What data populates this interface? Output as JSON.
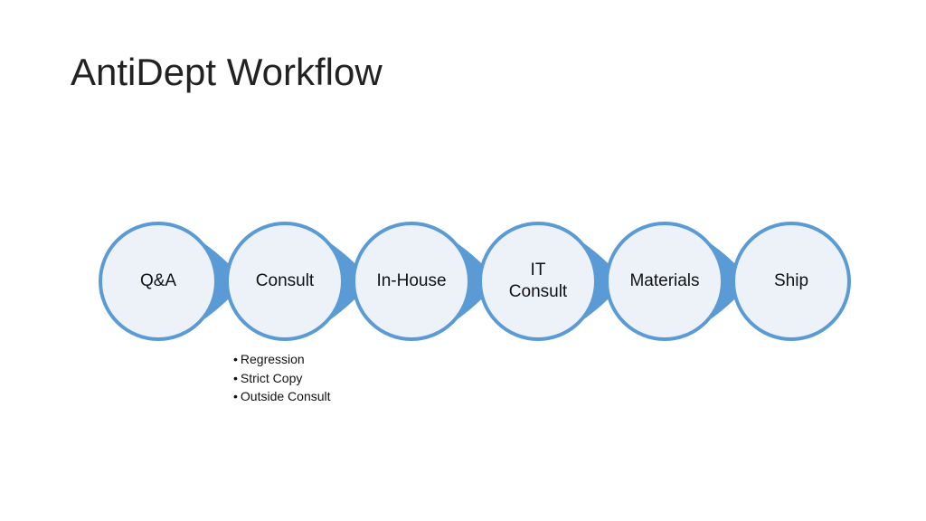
{
  "title": "AntiDept Workflow",
  "colors": {
    "stroke": "#5b9bd5",
    "fill": "#edf2f9",
    "arrow": "#5b9bd5",
    "text": "#111111"
  },
  "nodes": [
    {
      "id": "qa",
      "label": "Q&A"
    },
    {
      "id": "consult",
      "label": "Consult",
      "sub_items": [
        "Regression",
        "Strict Copy",
        "Outside Consult"
      ]
    },
    {
      "id": "in-house",
      "label": "In-House"
    },
    {
      "id": "it-consult",
      "label": "IT\nConsult"
    },
    {
      "id": "materials",
      "label": "Materials"
    },
    {
      "id": "ship",
      "label": "Ship"
    }
  ]
}
